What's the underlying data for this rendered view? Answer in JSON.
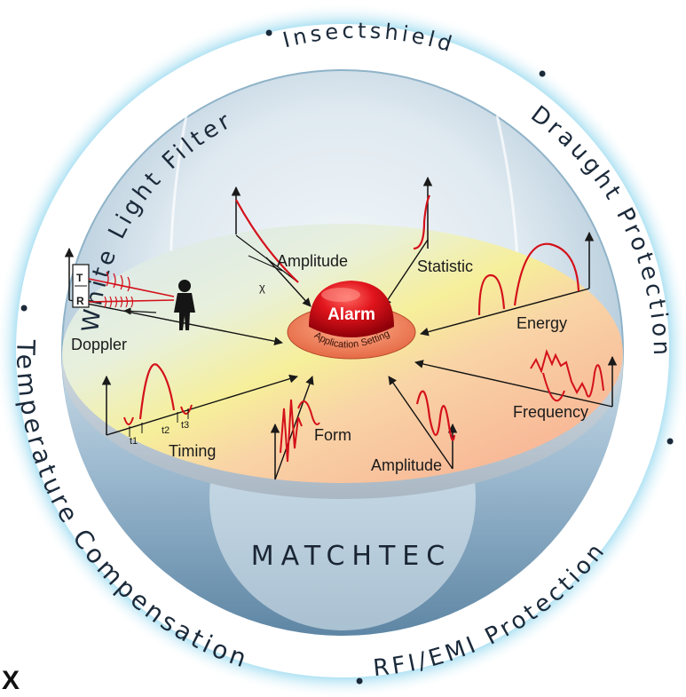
{
  "ring": {
    "top": "White Light Filter",
    "top_sep_1": "•",
    "top_right": "Insectshield",
    "top_sep_2": "•",
    "right": "Draught Protection",
    "right_sep": "•",
    "bottom_right": "RFI/EMI Protection",
    "bottom_sep": "•",
    "left": "Temperature Compensation",
    "left_sep": "•"
  },
  "center": {
    "alarm": "Alarm",
    "settings": "Application Settings"
  },
  "labels": {
    "amplitude_top": "Amplitude",
    "statistic": "Statistic",
    "energy": "Energy",
    "frequency": "Frequency",
    "amplitude_bottom": "Amplitude",
    "form": "Form",
    "timing": "Timing",
    "doppler": "Doppler"
  },
  "symbols": {
    "chi": "χ",
    "t1": "t1",
    "t2": "t2",
    "t3": "t3",
    "transmitter": "T",
    "receiver": "R"
  },
  "brand": "MATCHTEC",
  "corner_mark": "X",
  "colors": {
    "signal": "#d4111b",
    "dome_rim": "#7fd0ea",
    "disc_yellow": "#f6ef9a",
    "disc_salmon": "#f8b39a",
    "disc_blue": "#bfd8e6",
    "alarm_red": "#e1141c"
  }
}
